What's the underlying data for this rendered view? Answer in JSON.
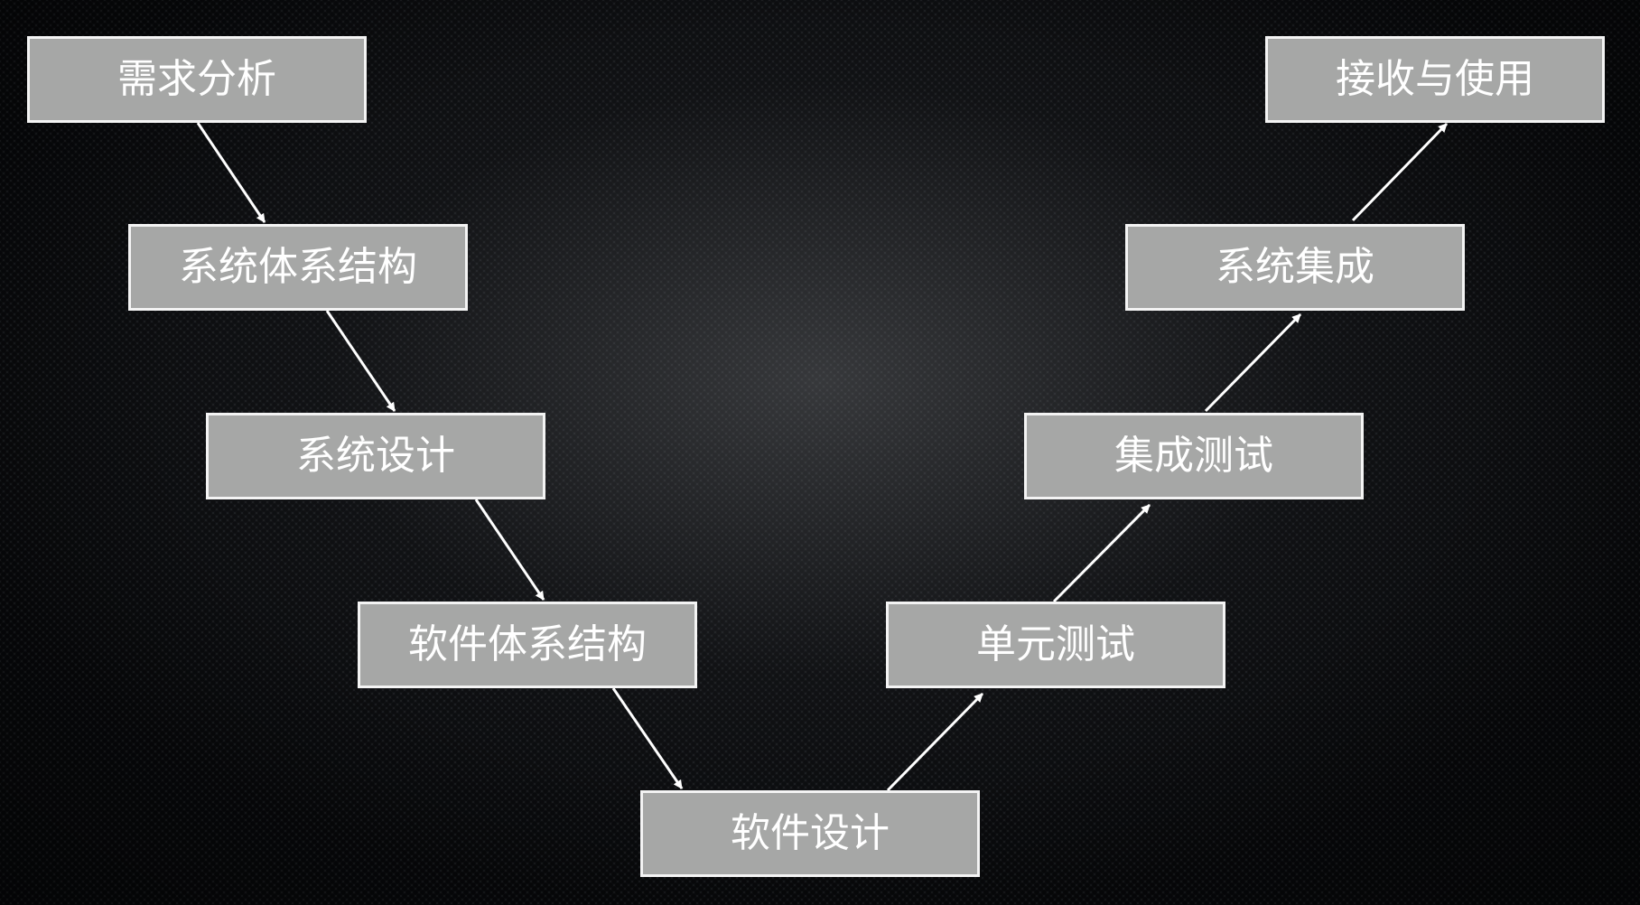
{
  "nodes": {
    "requirements_analysis": "需求分析",
    "system_architecture": "系统体系结构",
    "system_design": "系统设计",
    "software_architecture": "软件体系结构",
    "software_design": "软件设计",
    "unit_test": "单元测试",
    "integration_test": "集成测试",
    "system_integration": "系统集成",
    "acceptance_and_use": "接收与使用"
  },
  "colors": {
    "box_fill": "#a6a7a6",
    "box_border": "#f4f4f4",
    "text": "#ffffff",
    "arrow": "#ffffff",
    "background": "#1b1d20"
  }
}
